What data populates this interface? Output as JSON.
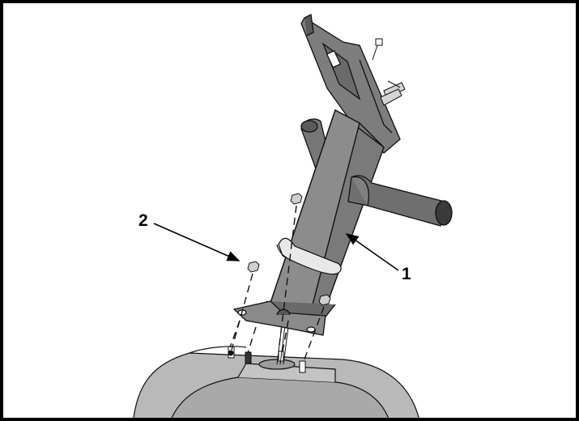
{
  "callouts": [
    {
      "label": "2",
      "target": "hex-nuts"
    },
    {
      "label": "1",
      "target": "upright-handlebar-tube"
    }
  ],
  "colors": {
    "part_fill": "#7d7d7d",
    "part_dark": "#5a5a5a",
    "part_light": "#9a9a9a",
    "body_fill": "#b9b9b9",
    "outline": "#111111",
    "tie_wrap": "#e8e8e8",
    "frame": "#000000"
  }
}
